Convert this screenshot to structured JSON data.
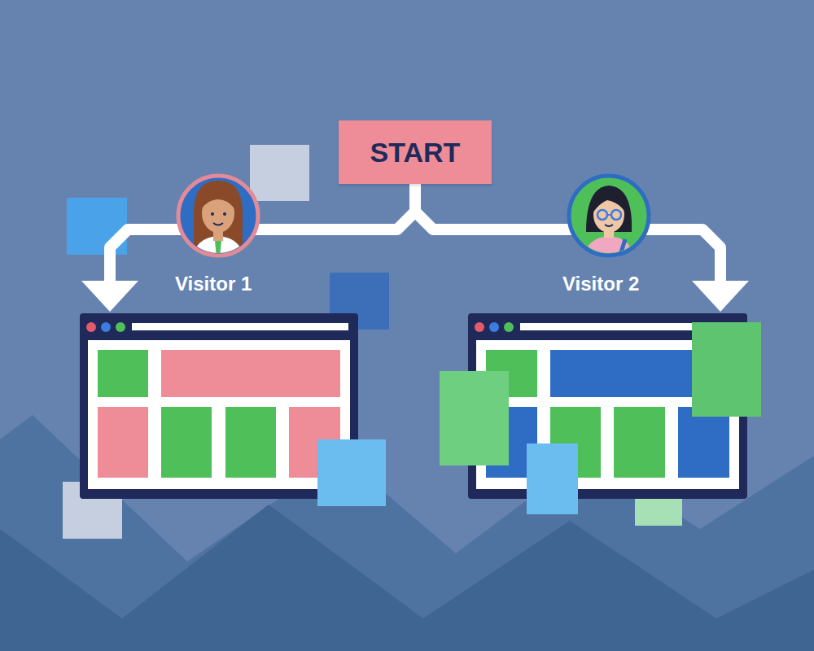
{
  "diagram": {
    "nodes": [
      {
        "text": [
          "START"
        ]
      },
      {
        "text": [
          "Visitor 1"
        ]
      },
      {
        "text": [
          "Visitor 2"
        ]
      }
    ],
    "edges": [
      {
        "from": 0,
        "to": 1,
        "arrow": "to"
      },
      {
        "from": 0,
        "to": 2,
        "arrow": "to"
      }
    ]
  }
}
